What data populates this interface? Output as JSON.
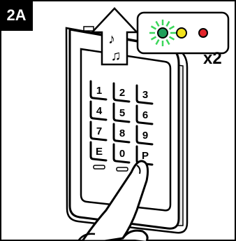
{
  "step": {
    "label": "2A"
  },
  "repeat": {
    "label": "x2"
  },
  "keypad": {
    "keys": [
      "1",
      "2",
      "3",
      "4",
      "5",
      "6",
      "7",
      "8",
      "9",
      "E",
      "0",
      "P"
    ]
  },
  "leds": [
    {
      "name": "green",
      "color": "#1f9e5a",
      "state": "blinking"
    },
    {
      "name": "yellow",
      "color": "#f2e21d",
      "state": "off"
    },
    {
      "name": "red",
      "color": "#e3242b",
      "state": "off"
    }
  ],
  "sound": {
    "icons": [
      "music-note-single-icon",
      "music-note-double-icon"
    ]
  },
  "colors": {
    "outline": "#000000",
    "blink_rays": "#3bd65a",
    "device_body": "#ffffff"
  }
}
